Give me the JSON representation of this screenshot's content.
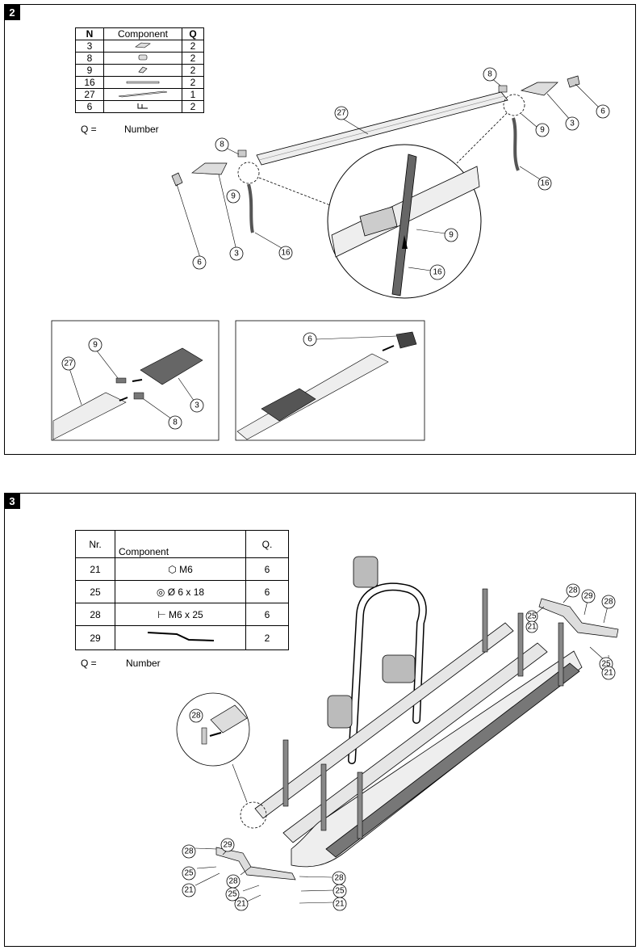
{
  "step2": {
    "number": "2",
    "table": {
      "headers": [
        "N",
        "Component",
        "Q"
      ],
      "rows": [
        {
          "n": "3",
          "q": "2",
          "icon": "clamp-body-icon"
        },
        {
          "n": "8",
          "q": "2",
          "icon": "end-cap-icon"
        },
        {
          "n": "9",
          "q": "2",
          "icon": "strap-buckle-icon"
        },
        {
          "n": "16",
          "q": "2",
          "icon": "strap-icon"
        },
        {
          "n": "27",
          "q": "1",
          "icon": "rail-icon"
        },
        {
          "n": "6",
          "q": "2",
          "icon": "bracket-icon"
        }
      ]
    },
    "q_label": "Q =",
    "q_text": "Number",
    "callouts": [
      "27",
      "8",
      "9",
      "3",
      "6",
      "16",
      "8",
      "3",
      "6",
      "9",
      "16",
      "9",
      "16",
      "27",
      "9",
      "3",
      "8",
      "6"
    ]
  },
  "step3": {
    "number": "3",
    "table": {
      "headers": [
        "Nr.",
        "Component",
        "Q."
      ],
      "rows": [
        {
          "n": "21",
          "desc": "M6",
          "q": "6",
          "icon": "nut-icon"
        },
        {
          "n": "25",
          "desc": "Ø 6 x 18",
          "q": "6",
          "icon": "washer-icon"
        },
        {
          "n": "28",
          "desc": "M6 x 25",
          "q": "6",
          "icon": "bolt-icon"
        },
        {
          "n": "29",
          "desc": "",
          "q": "2",
          "icon": "bracket-bar-icon"
        }
      ]
    },
    "q_label": "Q =",
    "q_text": "Number",
    "callouts": [
      "28",
      "29",
      "28",
      "25",
      "21",
      "25",
      "21",
      "28",
      "29",
      "28",
      "25",
      "21",
      "28",
      "25",
      "21",
      "28"
    ]
  }
}
